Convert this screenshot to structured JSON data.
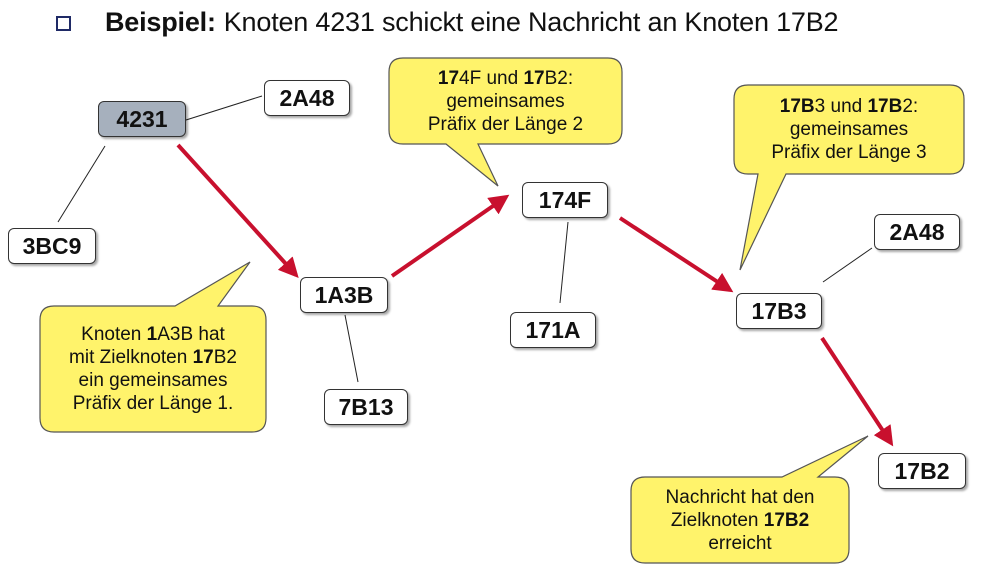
{
  "title": {
    "bold": "Beispiel:",
    "text": "Knoten 4231 schickt eine Nachricht an Knoten 17B2"
  },
  "colors": {
    "bubble_fill": "#fff36b",
    "arrow": "#c8102e",
    "source_node_fill": "#a6b0bd",
    "bullet": "#1f2a66"
  },
  "nodes": {
    "n4231": "4231",
    "n2A48_top": "2A48",
    "n3BC9": "3BC9",
    "n1A3B": "1A3B",
    "n7B13": "7B13",
    "n174F": "174F",
    "n171A": "171A",
    "n17B3": "17B3",
    "n2A48_right": "2A48",
    "n17B2": "17B2"
  },
  "callouts": {
    "c1": {
      "l1a": "Knoten ",
      "l1b": "1",
      "l1c": "A3B hat",
      "l2a": "mit Zielknoten ",
      "l2b": "17",
      "l2c": "B2",
      "l3": "ein gemeinsames",
      "l4": "Präfix der Länge 1."
    },
    "c2": {
      "l1a": "17",
      "l1b": "4F und ",
      "l1c": "17",
      "l1d": "B2:",
      "l2": "gemeinsames",
      "l3": "Präfix der Länge 2"
    },
    "c3": {
      "l1a": "17B",
      "l1b": "3 und ",
      "l1c": "17B",
      "l1d": "2:",
      "l2": "gemeinsames",
      "l3": "Präfix der Länge 3"
    },
    "c4": {
      "l1": "Nachricht hat den",
      "l2a": "Zielknoten ",
      "l2b": "17B2",
      "l3": "erreicht"
    }
  }
}
